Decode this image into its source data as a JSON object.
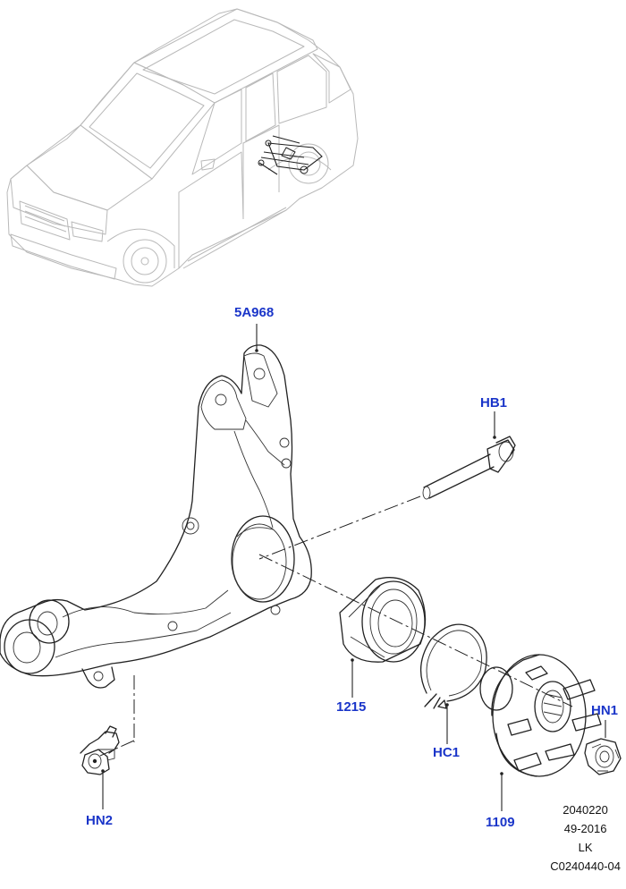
{
  "callouts": {
    "knuckle": "5A968",
    "bolt": "HB1",
    "bearing": "1215",
    "circlip": "HC1",
    "hub": "1109",
    "hub_nut": "HN1",
    "sensor_nut": "HN2"
  },
  "drawing_info": {
    "line1": "2040220",
    "line2": "49-2016",
    "line3": "LK",
    "line4": "C0240440-04"
  },
  "colors": {
    "callout": "#1a35c9",
    "linework": "#222222",
    "vehicle_ghost": "#b9b9b9"
  }
}
